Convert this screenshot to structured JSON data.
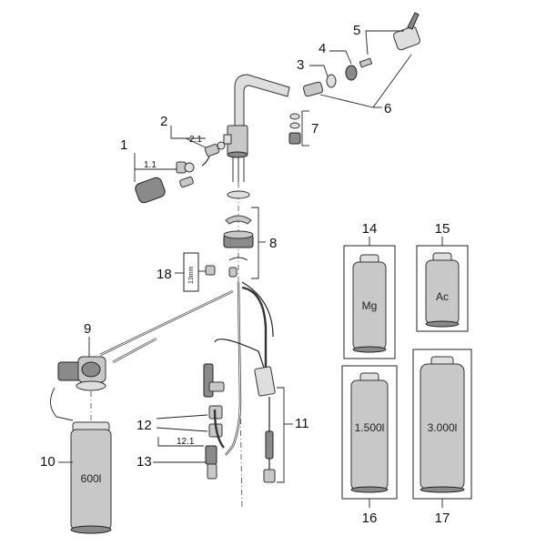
{
  "callouts": {
    "n1": "1",
    "n1_1": "1.1",
    "n2": "2",
    "n2_1": "2.1",
    "n3": "3",
    "n4": "4",
    "n5": "5",
    "n6": "6",
    "n7": "7",
    "n8": "8",
    "n9": "9",
    "n10": "10",
    "n11": "11",
    "n12": "12",
    "n12_1": "12.1",
    "n13": "13",
    "n14": "14",
    "n15": "15",
    "n16": "16",
    "n17": "17",
    "n18": "18"
  },
  "cartridge_labels": {
    "main_600": "600l",
    "mg": "Mg",
    "ac": "Ac",
    "c1500": "1.500l",
    "c3000": "3.000l"
  },
  "measure_label": "13mm"
}
